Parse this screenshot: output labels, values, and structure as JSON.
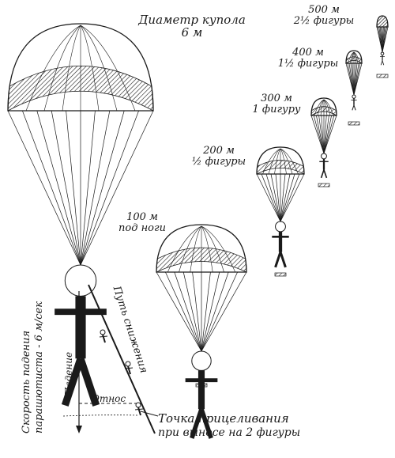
{
  "canopy_diameter": {
    "title": "Диаметр купола",
    "value": "6 м"
  },
  "stages": [
    {
      "id": "s500",
      "altitude": "500 м",
      "note": "2½ фигуры"
    },
    {
      "id": "s400",
      "altitude": "400 м",
      "note": "1½ фигуры"
    },
    {
      "id": "s300",
      "altitude": "300 м",
      "note": "1 фигуру"
    },
    {
      "id": "s200",
      "altitude": "200 м",
      "note": "½ фигуры"
    },
    {
      "id": "s100",
      "altitude": "100 м",
      "note": "под ноги"
    }
  ],
  "descent_path": "Путь снижения",
  "fall_label": "Падение",
  "drift_label": "Относ",
  "fall_speed": {
    "line1": "Скорость падения",
    "line2": "парашютиста - 6 м/сек"
  },
  "aim_point": {
    "line1": "Точка прицеливания",
    "line2": "при выносе на 2 фигуры"
  },
  "colors": {
    "ink": "#1a1a1a",
    "paper": "#ffffff"
  }
}
